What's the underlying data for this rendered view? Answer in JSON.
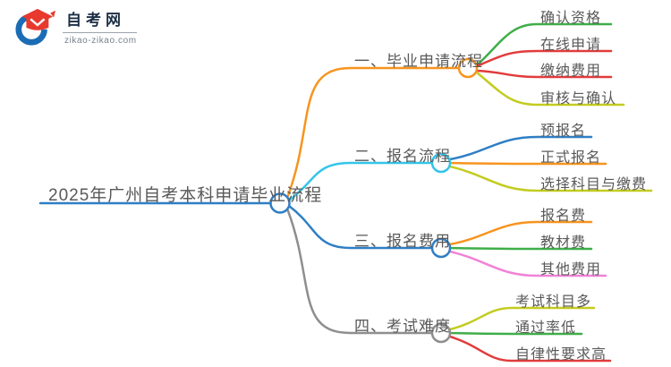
{
  "logo": {
    "title": "自考网",
    "subtitle": "zikao-zikao.com",
    "icon": "graduation-cap-icon",
    "icon_blue": "#1B6CB5",
    "icon_red": "#E8392F"
  },
  "colors": {
    "orange": "#F7941E",
    "cyan": "#33C5E8",
    "blue": "#2E7EC5",
    "gray": "#8E8E8E",
    "green": "#3FAE49",
    "red": "#E23B3B",
    "yellow_green": "#C3CC1F",
    "pink": "#F083D7",
    "text": "#595959"
  },
  "root": {
    "label": "2025年广州自考本科申请毕业流程",
    "color": "#2E7EC5"
  },
  "branches": [
    {
      "label": "一、毕业申请流程",
      "color": "#F7941E",
      "children": [
        {
          "label": "确认资格",
          "color": "#3FAE49"
        },
        {
          "label": "在线申请",
          "color": "#E23B3B"
        },
        {
          "label": "缴纳费用",
          "color": "#E23B3B"
        },
        {
          "label": "审核与确认",
          "color": "#C3CC1F"
        }
      ]
    },
    {
      "label": "二、报名流程",
      "color": "#33C5E8",
      "children": [
        {
          "label": "预报名",
          "color": "#2E7EC5"
        },
        {
          "label": "正式报名",
          "color": "#F7941E"
        },
        {
          "label": "选择科目与缴费",
          "color": "#C3CC1F"
        }
      ]
    },
    {
      "label": "三、报名费用",
      "color": "#2E7EC5",
      "children": [
        {
          "label": "报名费",
          "color": "#F7941E"
        },
        {
          "label": "教材费",
          "color": "#3FAE49"
        },
        {
          "label": "其他费用",
          "color": "#F083D7"
        }
      ]
    },
    {
      "label": "四、考试难度",
      "color": "#8E8E8E",
      "children": [
        {
          "label": "考试科目多",
          "color": "#C3CC1F"
        },
        {
          "label": "通过率低",
          "color": "#3FAE49"
        },
        {
          "label": "自律性要求高",
          "color": "#E23B3B"
        }
      ]
    }
  ]
}
